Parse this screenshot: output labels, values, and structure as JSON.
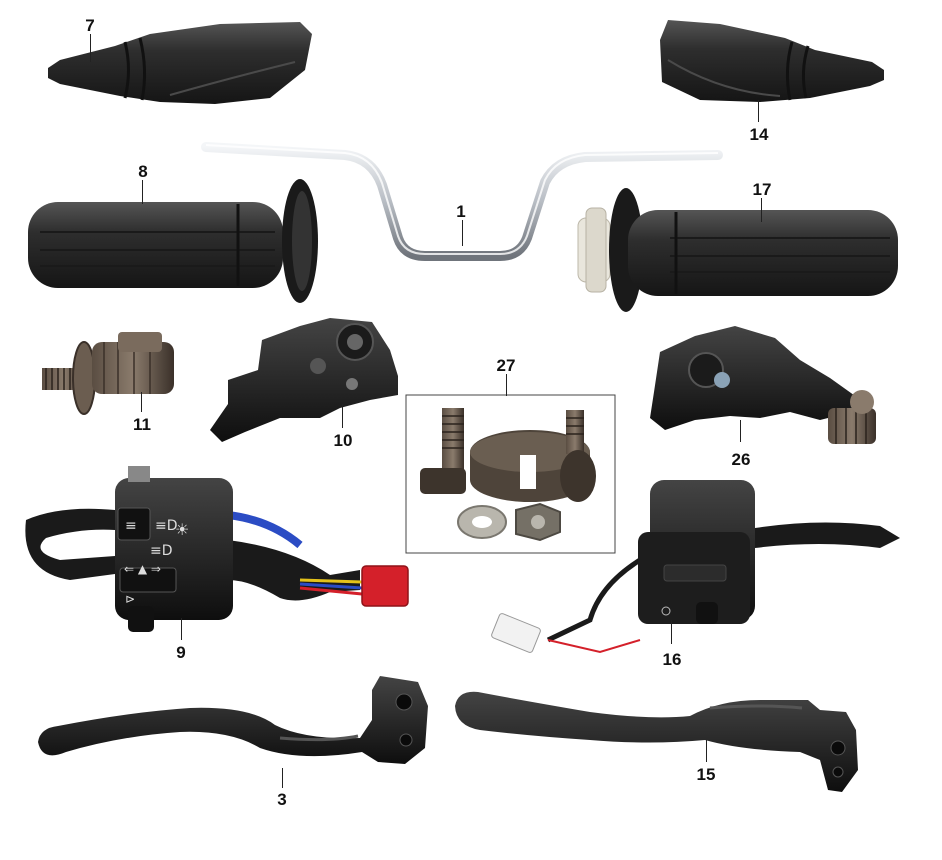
{
  "title": "",
  "colors": {
    "background": "#ffffff",
    "rubber": "#2a2a2a",
    "rubber_light": "#3d3d3d",
    "chrome": "#c9cdd2",
    "chrome_dark": "#8a8f96",
    "metal": "#4a4038",
    "washer": "#b9b6ad",
    "connector_red": "#d4202a",
    "connector_white": "#f2f2f2",
    "wire_yellow": "#e4c21a",
    "wire_blue": "#2b4cc4",
    "throttle_white": "#e9e6dc",
    "label": "#111111",
    "leader": "#222222"
  },
  "parts": [
    {
      "key": "handlebar",
      "label": "1"
    },
    {
      "key": "clutch_lever",
      "label": "3"
    },
    {
      "key": "left_grip_cover",
      "label": "7"
    },
    {
      "key": "left_grip",
      "label": "8"
    },
    {
      "key": "left_switch",
      "label": "9"
    },
    {
      "key": "clutch_perch",
      "label": "10"
    },
    {
      "key": "cable_adjuster",
      "label": "11"
    },
    {
      "key": "right_grip_cover",
      "label": "14"
    },
    {
      "key": "brake_lever",
      "label": "15"
    },
    {
      "key": "right_switch",
      "label": "16"
    },
    {
      "key": "throttle_grip",
      "label": "17"
    },
    {
      "key": "brake_perch",
      "label": "26"
    },
    {
      "key": "bolt_kit",
      "label": "27"
    }
  ]
}
